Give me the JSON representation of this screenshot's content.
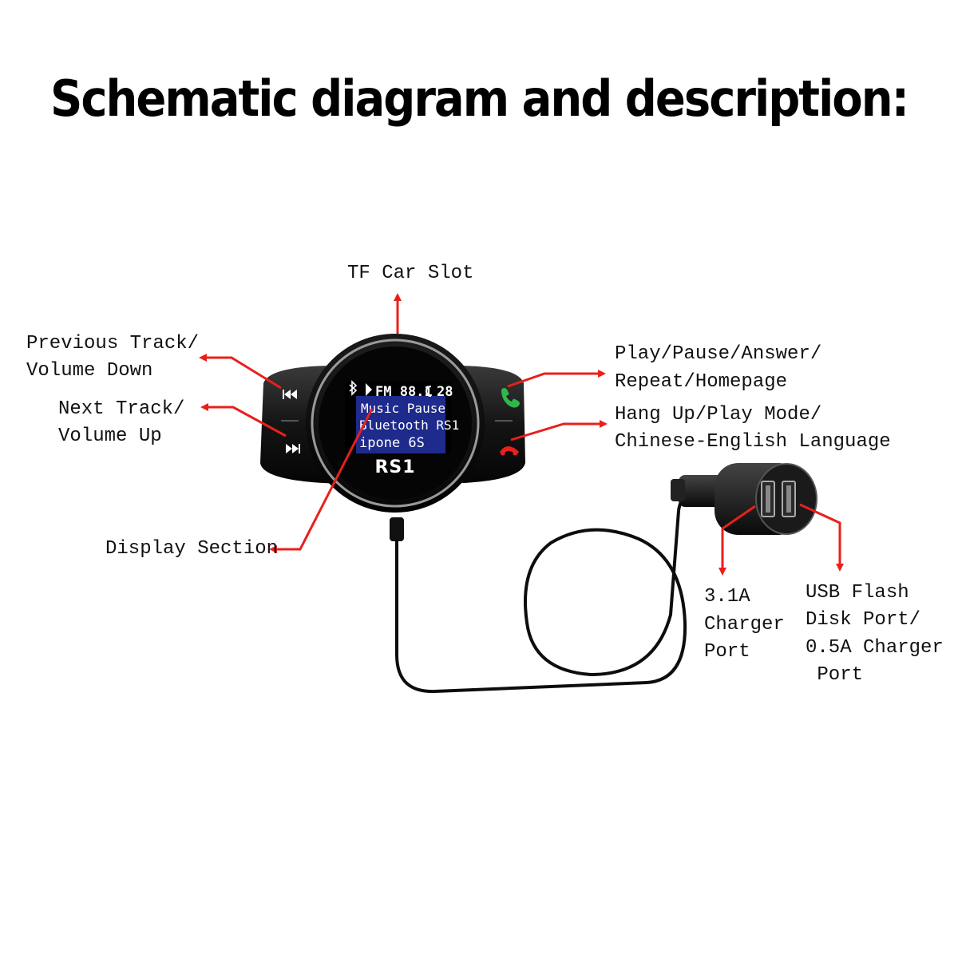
{
  "title": "Schematic diagram and description:",
  "labels": {
    "tf_slot": "TF Car Slot",
    "prev_track_1": "Previous Track/",
    "prev_track_2": "Volume Down",
    "next_track_1": "Next Track/",
    "next_track_2": "Volume Up",
    "play_pause_1": "Play/Pause/Answer/",
    "play_pause_2": "Repeat/Homepage",
    "hang_up_1": "Hang Up/Play Mode/",
    "hang_up_2": "Chinese-English Language",
    "display_section": "Display Section",
    "charger_31_1": "3.1A",
    "charger_31_2": "Charger",
    "charger_31_3": "Port",
    "usb_flash_1": "USB Flash",
    "usb_flash_2": "Disk Port/",
    "usb_flash_3": "0.5A Charger",
    "usb_flash_4": " Port"
  },
  "device": {
    "screen_line1": "FM 88.1",
    "screen_battery": "28",
    "screen_line2": "Music  Pause",
    "screen_line3": "Bluetooth RS1",
    "screen_line4": "ipone 6S",
    "brand": "RS1"
  },
  "colors": {
    "arrow": "#e8201c",
    "device_body": "#1a1a1a",
    "screen": "#1e2a8c",
    "call_green": "#2eb84a",
    "hangup_red": "#e8201c"
  }
}
